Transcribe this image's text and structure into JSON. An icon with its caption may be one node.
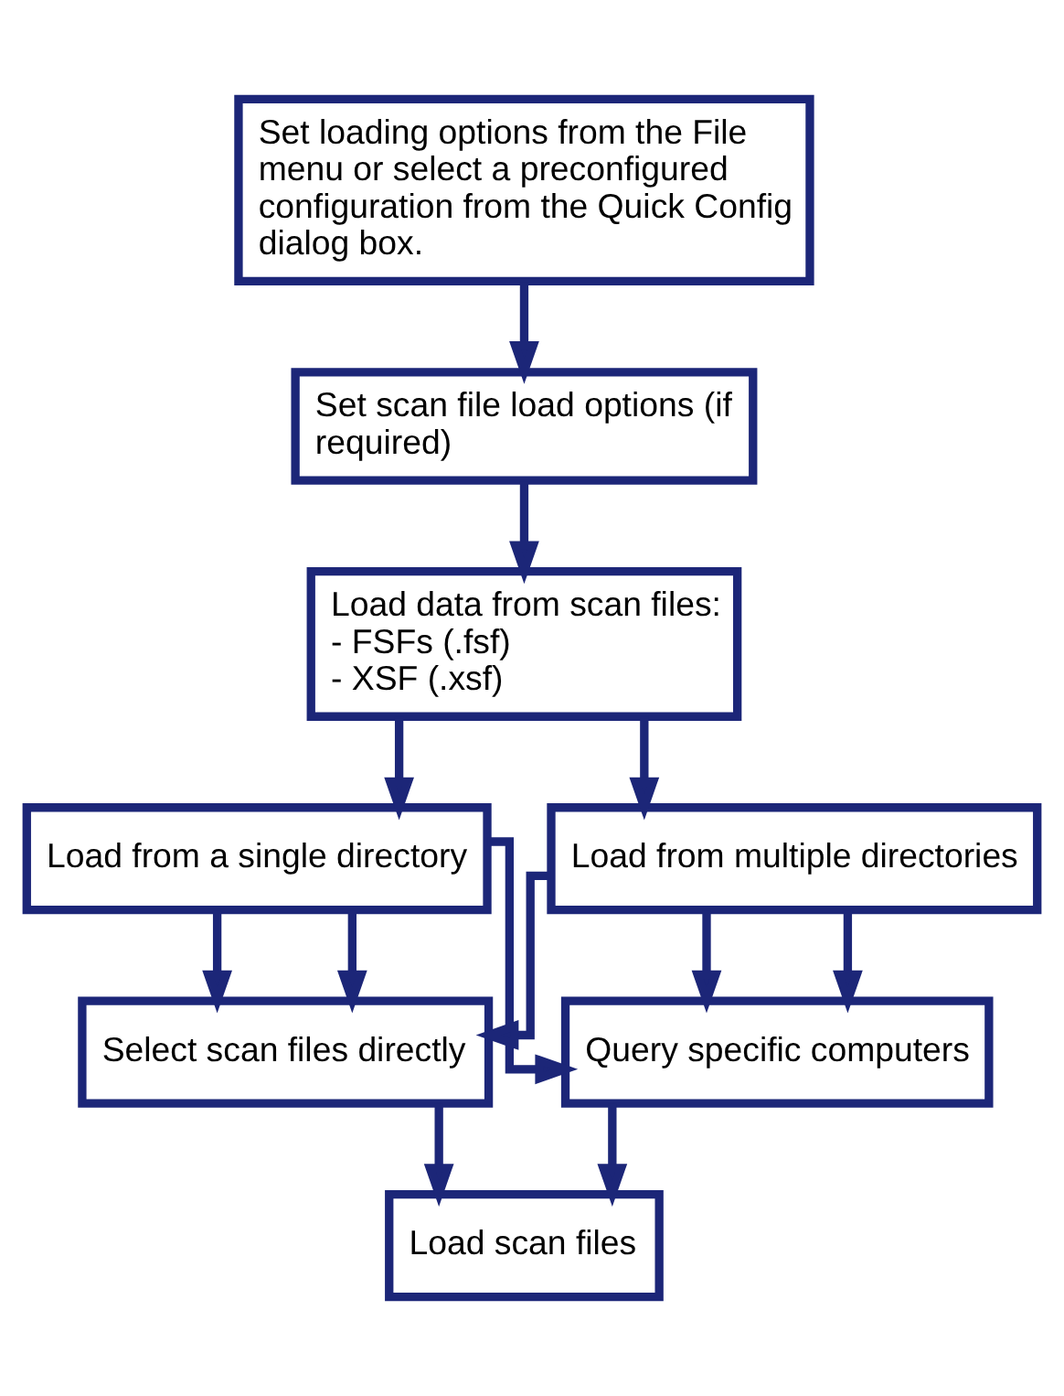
{
  "diagram": {
    "nodes": [
      {
        "text": [
          "Set loading options from the File menu or select a preconfigured configuration from the Quick Config dialog box."
        ]
      },
      {
        "text": [
          "Set scan file load options (if required)"
        ]
      },
      {
        "text": [
          "Load data from scan files:",
          "- FSFs (.fsf)",
          "- XSF (.xsf)"
        ]
      },
      {
        "text": [
          "Load from a single directory"
        ]
      },
      {
        "text": [
          "Load from multiple directories"
        ]
      },
      {
        "text": [
          "Select scan files directly"
        ]
      },
      {
        "text": [
          "Query specific computers"
        ]
      },
      {
        "text": [
          "Load scan files"
        ]
      }
    ],
    "edges": [
      {
        "from": 0,
        "to": 1,
        "arrow": "to"
      },
      {
        "from": 1,
        "to": 2,
        "arrow": "to"
      },
      {
        "from": 2,
        "to": 3,
        "arrow": "to"
      },
      {
        "from": 2,
        "to": 4,
        "arrow": "to"
      },
      {
        "from": 3,
        "to": 5,
        "arrow": "to"
      },
      {
        "from": 3,
        "to": 5,
        "arrow": "to"
      },
      {
        "from": 3,
        "to": 6,
        "arrow": "to"
      },
      {
        "from": 4,
        "to": 5,
        "arrow": "to"
      },
      {
        "from": 4,
        "to": 6,
        "arrow": "to"
      },
      {
        "from": 4,
        "to": 6,
        "arrow": "to"
      },
      {
        "from": 5,
        "to": 7,
        "arrow": "to"
      },
      {
        "from": 6,
        "to": 7,
        "arrow": "to"
      }
    ]
  }
}
